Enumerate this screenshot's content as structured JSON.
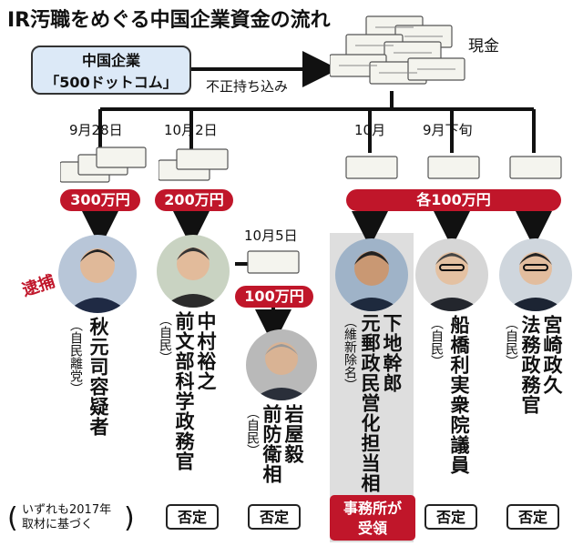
{
  "title": "IR汚職をめぐる中国企業資金の流れ",
  "source": {
    "line1": "中国企業",
    "line2": "「500ドットコム」"
  },
  "transfer_label": "不正持ち込み",
  "cash_label": "現金",
  "dates": {
    "akimoto": "9月28日",
    "nakamura": "10月2日",
    "iwaya": "10月5日",
    "shimoji": "10月",
    "funabashi": "9月下旬"
  },
  "amounts": {
    "akimoto": "300万円",
    "nakamura": "200万円",
    "iwaya": "100万円",
    "group": "各100万円"
  },
  "arrest_label": "逮捕",
  "people": [
    {
      "name": "秋元司容疑者",
      "party": "（自民離党）",
      "status": ""
    },
    {
      "name": "中村裕之前文部科学政務官",
      "party": "（自民）",
      "status": "否定"
    },
    {
      "name": "岩屋毅前防衛相",
      "party": "（自民）",
      "status": "否定"
    },
    {
      "name": "下地幹郎元郵政民営化担当相",
      "party": "（維新除名）",
      "status": "事務所が受領"
    },
    {
      "name": "船橋利実衆院議員",
      "party": "（自民）",
      "status": "否定"
    },
    {
      "name": "宮崎政久法務政務官",
      "party": "（自民）",
      "status": "否定"
    }
  ],
  "people_names": {
    "akimoto": "秋元司容疑者",
    "nakamura_1": "中村裕之",
    "nakamura_2": "前文部科学政務官",
    "iwaya_1": "岩屋毅",
    "iwaya_2": "前防衛相",
    "shimoji_1": "下地幹郎",
    "shimoji_2": "元郵政民営化担当相",
    "funabashi": "船橋利実衆院議員",
    "miyazaki_1": "宮崎政久",
    "miyazaki_2": "法務政務官"
  },
  "footnote": {
    "line1": "いずれも2017年",
    "line2": "取材に基づく"
  },
  "colors": {
    "accent_red": "#c0162a",
    "source_box": "#dce9f7",
    "highlight": "#dedede"
  }
}
